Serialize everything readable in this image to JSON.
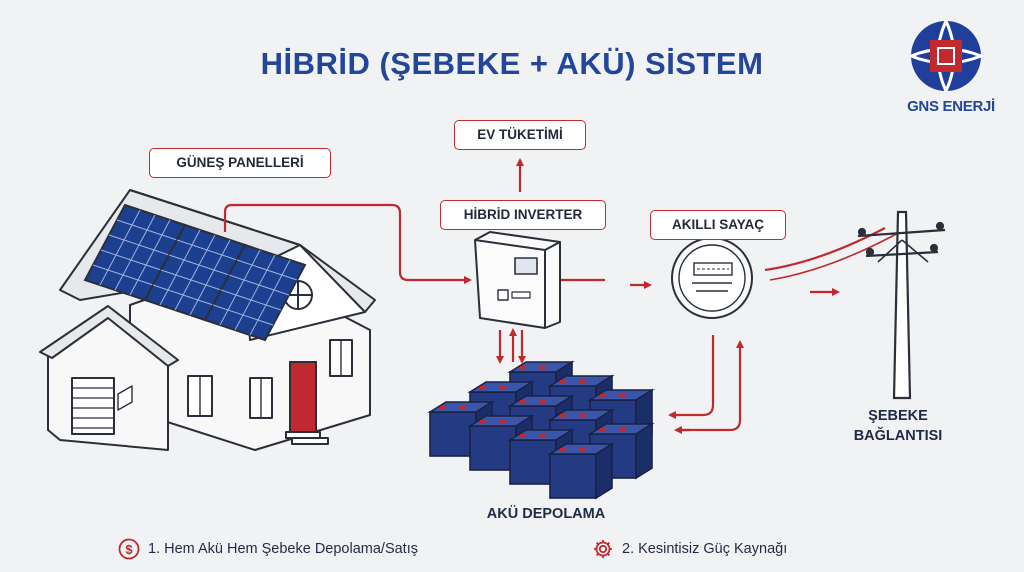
{
  "title": "HİBRİD (ŞEBEKE + AKÜ) SİSTEM",
  "brand": {
    "name": "GNS ENERJİ",
    "logo_color": "#1f3f9a",
    "accent": "#c0292e"
  },
  "labels": {
    "solar_panels": "GÜNEŞ PANELLERİ",
    "home_consumption": "EV TÜKETİMİ",
    "hybrid_inverter": "HİBRİD INVERTER",
    "smart_meter": "AKILLI SAYAÇ",
    "battery_storage": "AKÜ DEPOLAMA",
    "grid_connection_line1": "ŞEBEKE",
    "grid_connection_line2": "BAĞLANTISI"
  },
  "features": [
    {
      "icon": "dollar-icon",
      "text": "1. Hem Akü Hem Şebeke Depolama/Satış"
    },
    {
      "icon": "gear-icon",
      "text": "2. Kesintisiz Güç Kaynağı"
    }
  ],
  "colors": {
    "title": "#22469a",
    "flow": "#c0292e",
    "battery": "#243a82",
    "panel": "#1d3f8f"
  }
}
